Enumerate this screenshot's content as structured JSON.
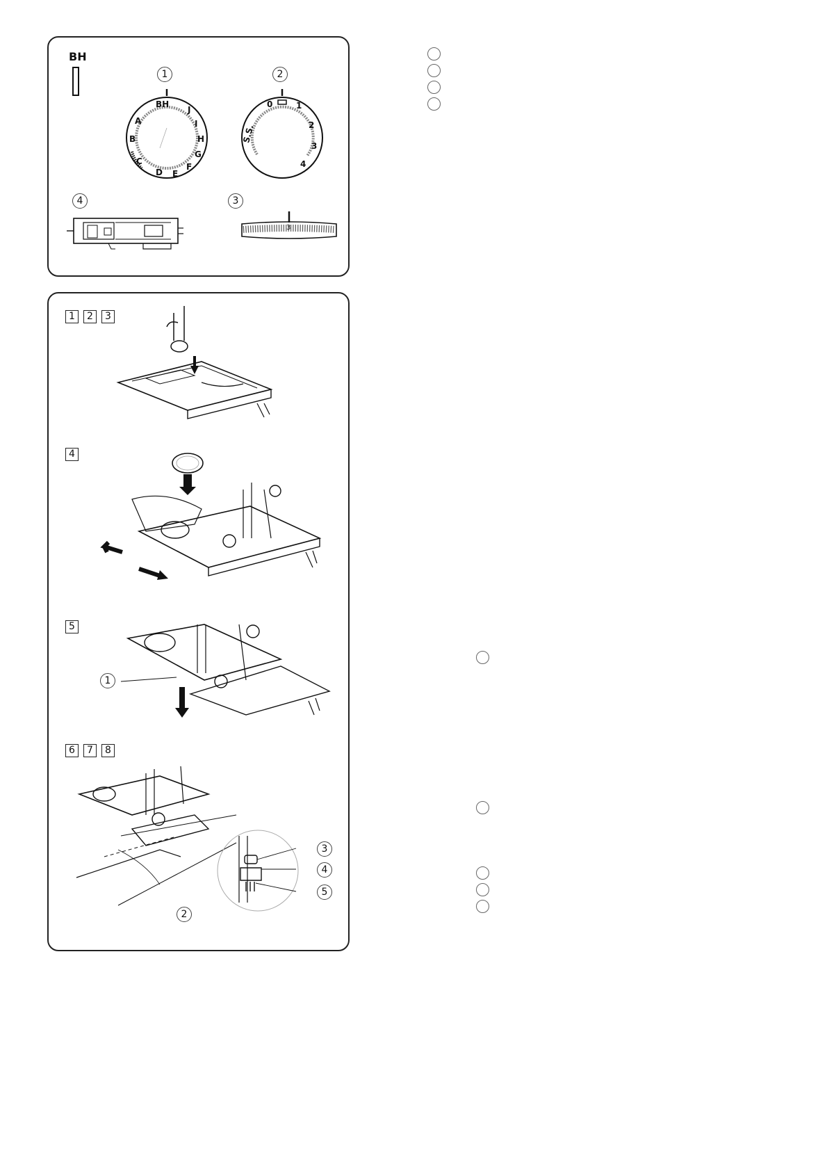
{
  "panel_top": {
    "pattern_label": "BH",
    "callouts": [
      "1",
      "2",
      "3",
      "4"
    ],
    "dial_pattern": {
      "letters": [
        "BH",
        "J",
        "I",
        "H",
        "G",
        "F",
        "E",
        "D",
        "C",
        "B",
        "A"
      ]
    },
    "dial_width": {
      "labels": [
        "0",
        "1",
        "2",
        "3",
        "4",
        "S.S."
      ]
    },
    "dial_length": {
      "label": "3"
    }
  },
  "panel_bottom": {
    "steps": [
      {
        "numbers": [
          "1",
          "2",
          "3"
        ]
      },
      {
        "numbers": [
          "4"
        ]
      },
      {
        "numbers": [
          "5"
        ],
        "callouts": [
          "1"
        ]
      },
      {
        "numbers": [
          "6",
          "7",
          "8"
        ],
        "callouts": [
          "2",
          "3",
          "4",
          "5"
        ]
      }
    ]
  }
}
